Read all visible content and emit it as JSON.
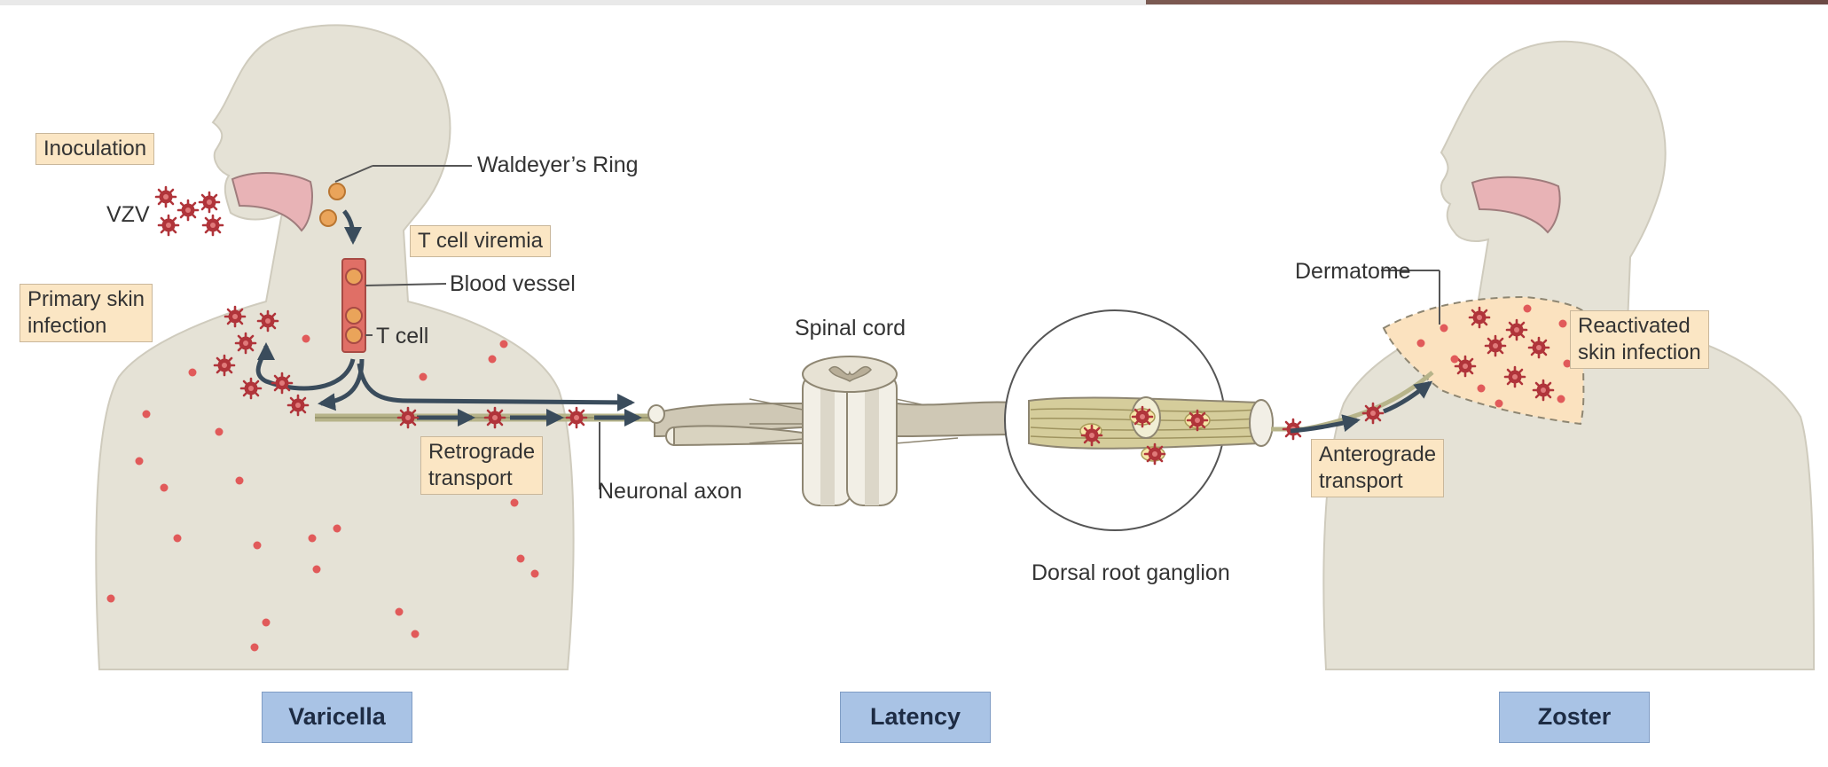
{
  "labels": {
    "inoculation": "Inoculation",
    "vzv": "VZV",
    "waldeyers_ring": "Waldeyer’s Ring",
    "t_cell_viremia": "T cell viremia",
    "blood_vessel": "Blood vessel",
    "primary_skin_infection": [
      "Primary skin",
      "infection"
    ],
    "t_cell": "T cell",
    "retrograde_transport": [
      "Retrograde",
      "transport"
    ],
    "neuronal_axon": "Neuronal axon",
    "spinal_cord": "Spinal cord",
    "dorsal_root_ganglion": "Dorsal root ganglion",
    "dermatome": "Dermatome",
    "reactivated_skin_infection": [
      "Reactivated",
      "skin infection"
    ],
    "anterograde_transport": [
      "Anterograde",
      "transport"
    ]
  },
  "phases": {
    "varicella": "Varicella",
    "latency": "Latency",
    "zoster": "Zoster"
  },
  "colors": {
    "body": "#e5e2d6",
    "label_box": "#fbe6c4",
    "phase_box": "#a9c3e5",
    "virus": "#b0343a",
    "lesion": "#e15a5a",
    "arrow": "#3a4c5c",
    "mouth": "#e8b3b6",
    "dermatome": "#fbe2bf"
  }
}
